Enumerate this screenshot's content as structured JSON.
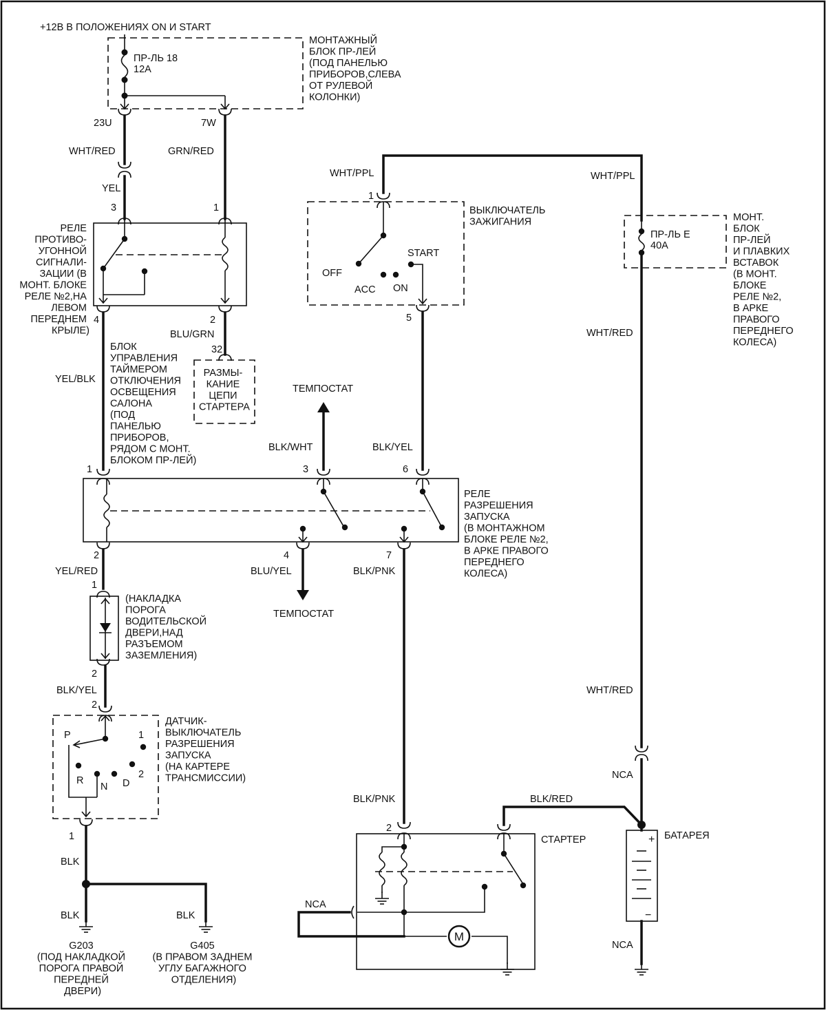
{
  "diagram": {
    "supply": "+12В В ПОЛОЖЕНИЯХ ON И START",
    "fuse_block_1": [
      "МОНТАЖНЫЙ",
      "БЛОК ПР-ЛЕЙ",
      "(ПОД ПАНЕЛЬЮ",
      "ПРИБОРОВ,СЛЕВА",
      "ОТ РУЛЕВОЙ",
      "КОЛОНКИ)"
    ],
    "fuse_18": [
      "ПР-ЛЬ 18",
      "12А"
    ],
    "pins_top": [
      "23U",
      "7W"
    ],
    "wires_top": [
      "WHT/RED",
      "GRN/RED"
    ],
    "wire_yel": "YEL",
    "antitheft_relay": [
      "РЕЛЕ",
      "ПРОТИВО-",
      "УГОННОЙ",
      "СИГНАЛИ-",
      "ЗАЦИИ (В",
      "МОНТ. БЛОКЕ",
      "РЕЛЕ №2,НА",
      "ЛЕВОМ",
      "ПЕРЕДНЕМ",
      "КРЫЛЕ)"
    ],
    "antitheft_pins": [
      "3",
      "1",
      "4",
      "2"
    ],
    "wire_blu_grn": "BLU/GRN",
    "pin_32": "32",
    "starter_cut": [
      "РАЗМЫ-",
      "КАНИЕ",
      "ЦЕПИ",
      "СТАРТЕРА"
    ],
    "timer_block": [
      "БЛОК",
      "УПРАВЛЕНИЯ",
      "ТАЙМЕРОМ",
      "ОТКЛЮЧЕНИЯ",
      "ОСВЕЩЕНИЯ",
      "САЛОНА",
      "(ПОД",
      "ПАНЕЛЬЮ",
      "ПРИБОРОВ,",
      "РЯДОМ С МОНТ.",
      "БЛОКОМ ПР-ЛЕЙ)"
    ],
    "wire_yel_blk": "YEL/BLK",
    "ignition_switch": {
      "wire_in": "WHT/PPL",
      "pin_in": "1",
      "title": [
        "ВЫКЛЮЧАТЕЛЬ",
        "ЗАЖИГАНИЯ"
      ],
      "positions": [
        "OFF",
        "ACC",
        "ON",
        "START"
      ],
      "pin_out": "5"
    },
    "wire_wht_ppl_right": "WHT/PPL",
    "fuse_block_2": [
      "МОНТ.",
      "БЛОК",
      "ПР-ЛЕЙ",
      "И ПЛАВКИХ",
      "ВСТАВОК",
      "(В МОНТ.",
      "БЛОКЕ",
      "РЕЛЕ №2,",
      "В АРКЕ",
      "ПРАВОГО",
      "ПЕРЕДНЕГО",
      "КОЛЕСА)"
    ],
    "fuse_e": [
      "ПР-ЛЬ Е",
      "40А"
    ],
    "wire_wht_red_right": "WHT/RED",
    "tempostat": "ТЕМПОСТАТ",
    "wire_blk_wht": "BLK/WHT",
    "wire_blk_yel": "BLK/YEL",
    "start_relay": {
      "title": [
        "РЕЛЕ",
        "РАЗРЕШЕНИЯ",
        "ЗАПУСКА",
        "(В МОНТАЖНОМ",
        "БЛОКЕ РЕЛЕ №2,",
        "В АРКЕ ПРАВОГО",
        "ПЕРЕДНЕГО",
        "КОЛЕСА)"
      ],
      "pins_top": [
        "1",
        "3",
        "6"
      ],
      "pins_bottom": [
        "2",
        "4",
        "7"
      ]
    },
    "wire_yel_red": "YEL/RED",
    "wire_blu_yel": "BLU/YEL",
    "wire_blk_pnk": "BLK/PNK",
    "sill_plate": [
      "(НАКЛАДКА",
      "ПОРОГА",
      "ВОДИТЕЛЬСКОЙ",
      "ДВЕРИ,НАД",
      "РАЗЪЕМОМ",
      "ЗАЗЕМЛЕНИЯ)"
    ],
    "sill_pins": [
      "1",
      "2"
    ],
    "wire_blk_yel_left": "BLK/YEL",
    "range_switch": {
      "pin_in": "2",
      "title": [
        "ДАТЧИК-",
        "ВЫКЛЮЧАТЕЛЬ",
        "РАЗРЕШЕНИЯ",
        "ЗАПУСКА",
        "(НА КАРТЕРЕ",
        "ТРАНСМИССИИ)"
      ],
      "positions": [
        "P",
        "R",
        "N",
        "D",
        "2",
        "1"
      ],
      "pin_out": "1"
    },
    "wire_blk": "BLK",
    "ground_g203": [
      "G203",
      "(ПОД НАКЛАДКОЙ",
      "ПОРОГА ПРАВОЙ",
      "ПЕРЕДНЕЙ",
      "ДВЕРИ)"
    ],
    "ground_g405": [
      "G405",
      "(В ПРАВОМ ЗАДНЕМ",
      "УГЛУ БАГАЖНОГО",
      "ОТДЕЛЕНИЯ)"
    ],
    "wire_nca": "NCA",
    "wire_blk_red": "BLK/RED",
    "starter": "СТАРТЕР",
    "starter_pin": "2",
    "motor": "M",
    "battery": "БАТАРЕЯ",
    "battery_plus": "+",
    "battery_minus": "−"
  }
}
